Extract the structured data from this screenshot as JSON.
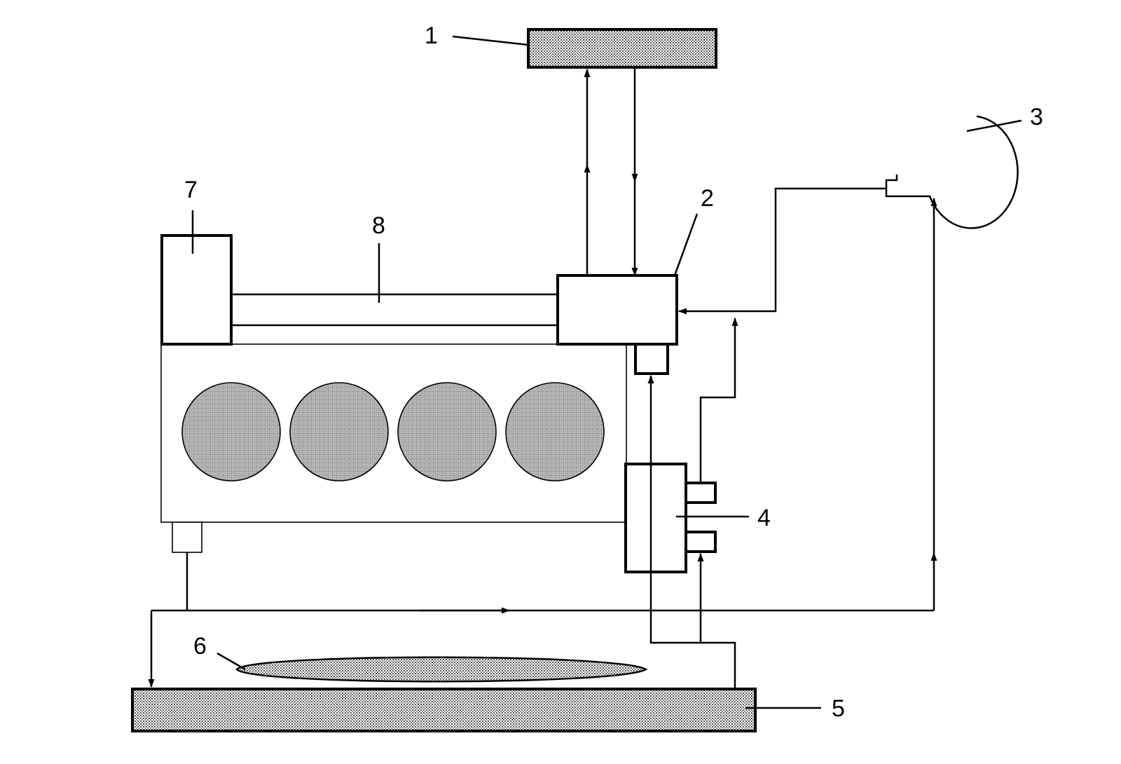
{
  "labels": {
    "l1": "1",
    "l2": "2",
    "l3": "3",
    "l4": "4",
    "l5": "5",
    "l6": "6",
    "l7": "7",
    "l8": "8"
  },
  "colors": {
    "line": "#000000",
    "background": "#ffffff",
    "fill_pattern": "#7a7a7a"
  }
}
